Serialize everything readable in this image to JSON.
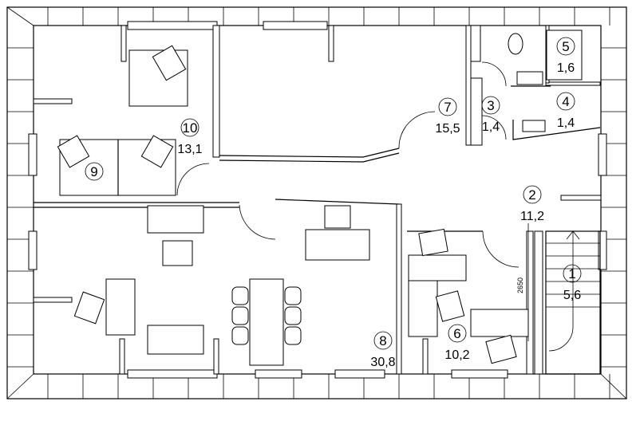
{
  "plan": {
    "rooms": [
      {
        "number": "1",
        "area": "5,6"
      },
      {
        "number": "2",
        "area": "11,2"
      },
      {
        "number": "3",
        "area": "1,4"
      },
      {
        "number": "4",
        "area": "1,4"
      },
      {
        "number": "5",
        "area": "1,6"
      },
      {
        "number": "6",
        "area": "10,2"
      },
      {
        "number": "7",
        "area": "15,5"
      },
      {
        "number": "8",
        "area": "30,8"
      },
      {
        "number": "9",
        "area": ""
      },
      {
        "number": "10",
        "area": "13,1"
      }
    ],
    "dimension_label": "2650"
  }
}
